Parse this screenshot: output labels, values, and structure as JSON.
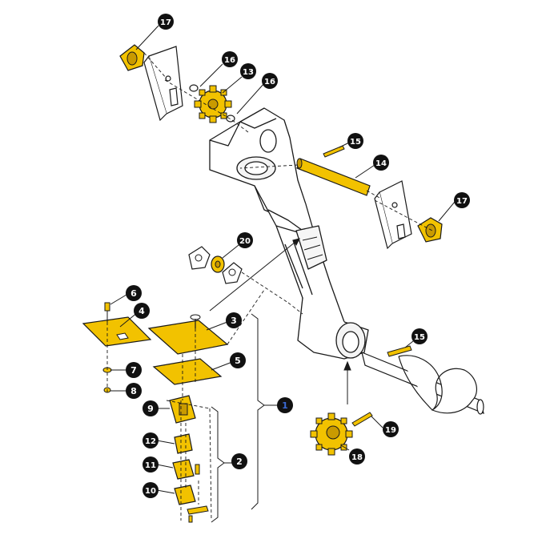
{
  "colors": {
    "part_fill": "#F2C200",
    "part_fill_dark": "#C99A00",
    "line": "#1a1a1a",
    "callout_fill": "#111111",
    "callout_text": "#ffffff",
    "assembly_callout_text": "#3b6bd6",
    "background": "#ffffff"
  },
  "callouts": [
    {
      "id": "c17a",
      "label": "17"
    },
    {
      "id": "c16a",
      "label": "16"
    },
    {
      "id": "c13",
      "label": "13"
    },
    {
      "id": "c16b",
      "label": "16"
    },
    {
      "id": "c15a",
      "label": "15"
    },
    {
      "id": "c14",
      "label": "14"
    },
    {
      "id": "c17b",
      "label": "17"
    },
    {
      "id": "c20",
      "label": "20"
    },
    {
      "id": "c6",
      "label": "6"
    },
    {
      "id": "c4",
      "label": "4"
    },
    {
      "id": "c3",
      "label": "3"
    },
    {
      "id": "c7",
      "label": "7"
    },
    {
      "id": "c5",
      "label": "5"
    },
    {
      "id": "c8",
      "label": "8"
    },
    {
      "id": "c15b",
      "label": "15"
    },
    {
      "id": "c1",
      "label": "1"
    },
    {
      "id": "c9",
      "label": "9"
    },
    {
      "id": "c19",
      "label": "19"
    },
    {
      "id": "c12",
      "label": "12"
    },
    {
      "id": "c2",
      "label": "2"
    },
    {
      "id": "c11",
      "label": "11"
    },
    {
      "id": "c18",
      "label": "18"
    },
    {
      "id": "c10",
      "label": "10"
    }
  ]
}
